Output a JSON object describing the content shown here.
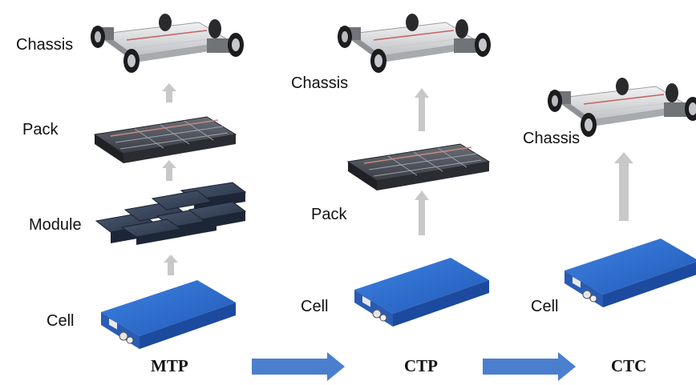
{
  "columns": [
    {
      "title": "MTP",
      "labels": {
        "chassis": "Chassis",
        "pack": "Pack",
        "module": "Module",
        "cell": "Cell"
      }
    },
    {
      "title": "CTP",
      "labels": {
        "chassis": "Chassis",
        "pack": "Pack",
        "cell": "Cell"
      }
    },
    {
      "title": "CTC",
      "labels": {
        "chassis": "Chassis",
        "cell": "Cell"
      }
    }
  ],
  "colors": {
    "cell_top": "#2f6fd0",
    "cell_side": "#1e4fa8",
    "up_arrow": "#c8c8c8",
    "flow_arrow": "#4a7fd0",
    "pack_body": "#3a3d44",
    "chassis_frame": "#d9dadc"
  },
  "icons": {
    "chassis": "ev-skateboard-chassis-image",
    "pack": "battery-pack-image",
    "module": "battery-module-image",
    "cell": "prismatic-cell-image",
    "up_arrow": "up-arrow-icon",
    "flow_arrow": "right-arrow-icon"
  }
}
